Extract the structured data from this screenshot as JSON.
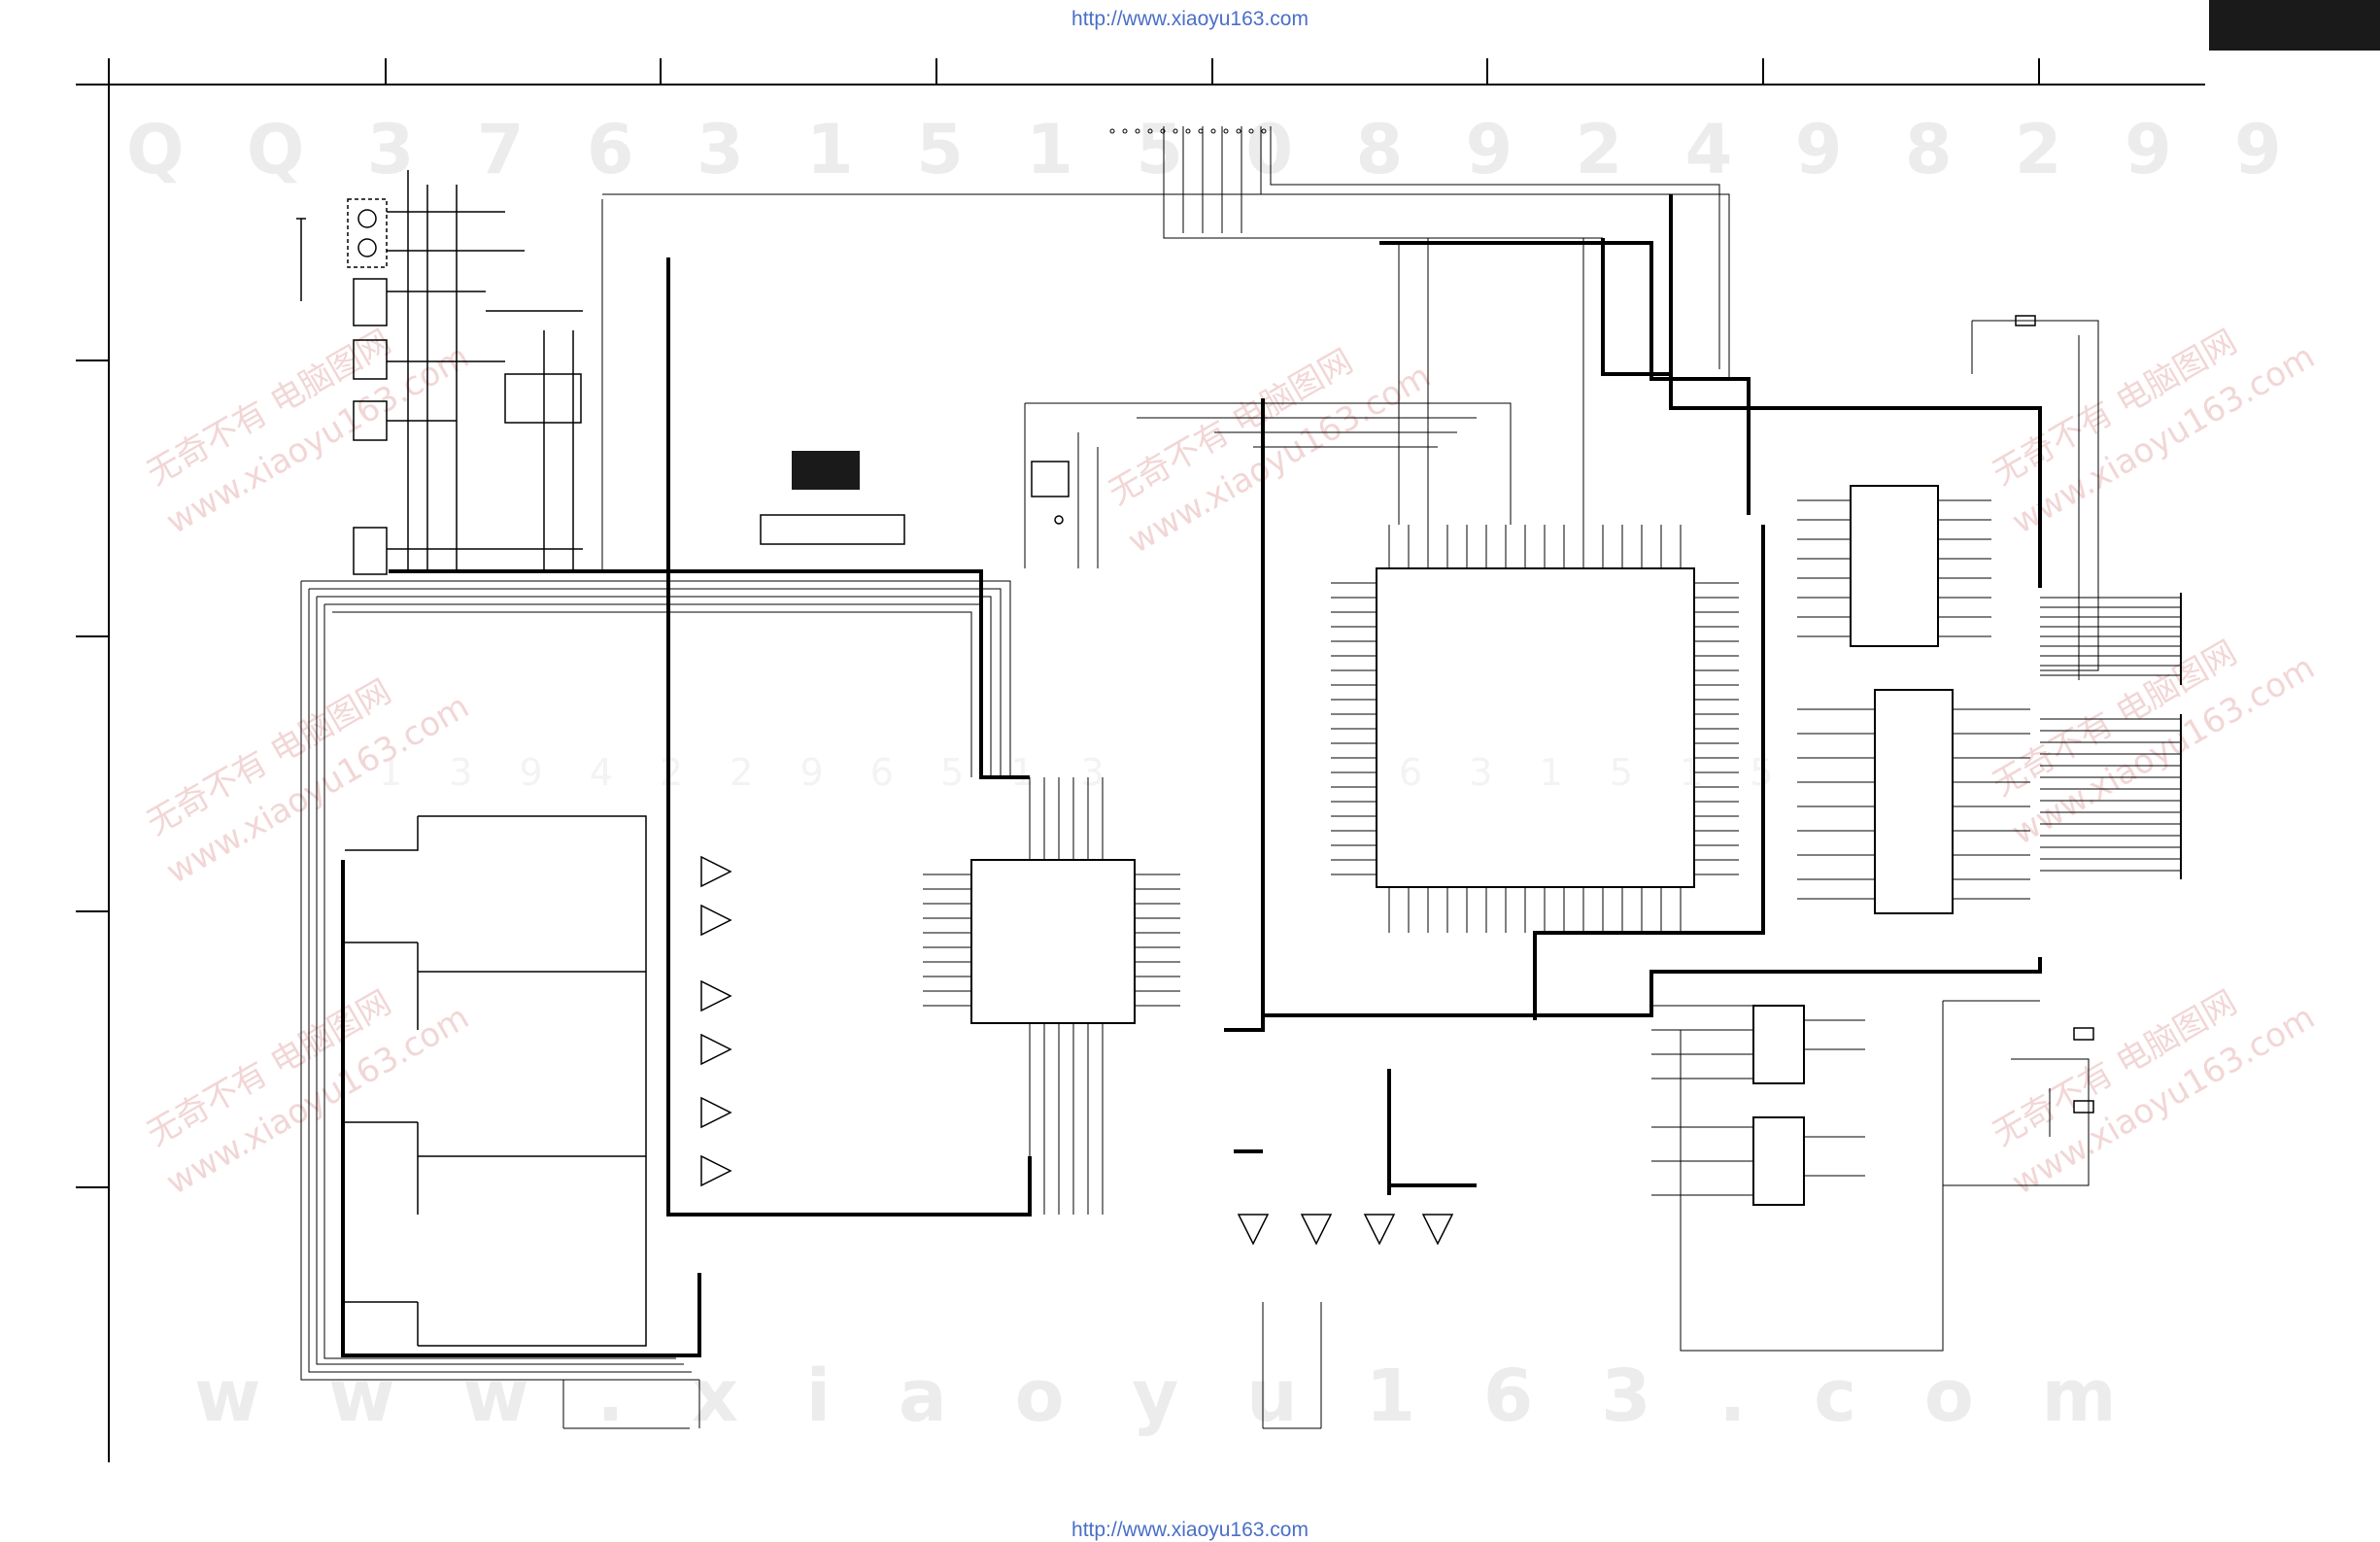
{
  "header": {
    "url_top": "http://www.xiaoyu163.com"
  },
  "footer": {
    "url_bottom": "http://www.xiaoyu163.com"
  },
  "watermarks": {
    "qq_line": "Q Q 3 7 6 3 1 5 1 5 0   8 9 2 4 9 8 2 9 9",
    "mid_line": "1 3 9 4 2 2 9 6 5 1 3",
    "mid_line_right": "6 3 1 5 1 5",
    "bottom_line": "w w w . x i a o y u 1 6 3 . c o m",
    "diag_cn": "无奇不有 电脑图网",
    "diag_url": "www.xiaoyu163.com"
  },
  "colors": {
    "ink": "#000000",
    "watermark": "#e6e6e6",
    "url": "#4a6fc7"
  }
}
